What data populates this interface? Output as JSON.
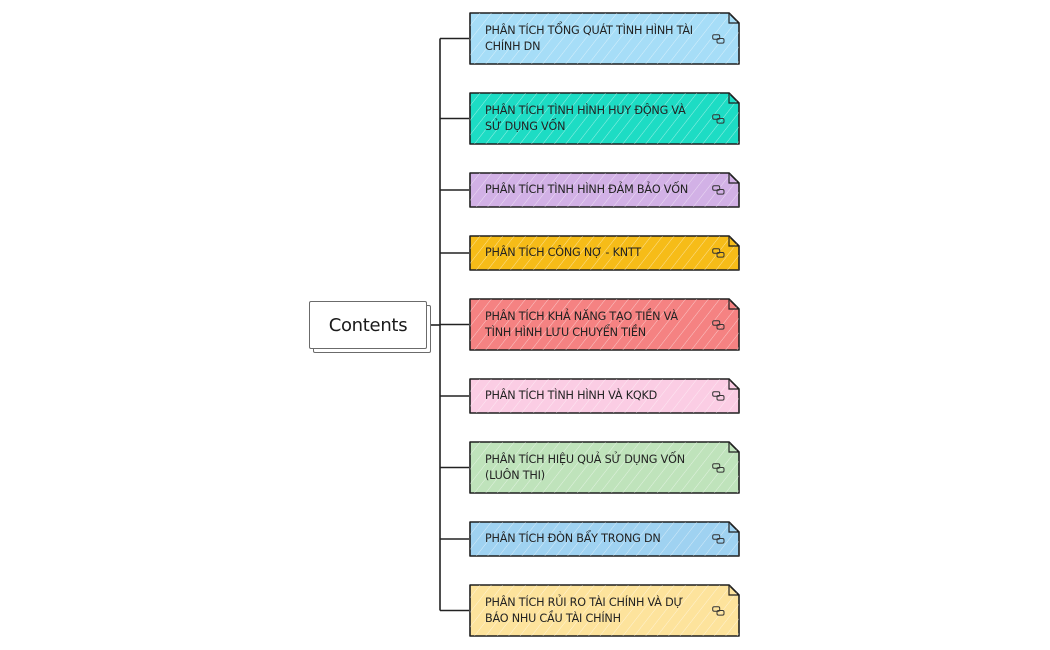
{
  "root": {
    "label": "Contents"
  },
  "topics": [
    {
      "label": "PHÂN TÍCH TỔNG QUÁT TÌNH HÌNH TÀI CHÍNH DN",
      "color": "#a6ddf7",
      "icon": "link-icon"
    },
    {
      "label": "PHÂN TÍCH TÌNH HÌNH HUY ĐỘNG VÀ SỬ DỤNG VỐN",
      "color": "#1ddcc4",
      "icon": "link-icon"
    },
    {
      "label": "PHÂN TÍCH TÌNH HÌNH ĐẢM BẢO VỐN",
      "color": "#d2b1e6",
      "icon": "link-icon"
    },
    {
      "label": "PHÂN TÍCH CÔNG NỢ - KNTT",
      "color": "#f6bc18",
      "icon": "link-icon"
    },
    {
      "label": "PHÂN TÍCH KHẢ NĂNG TẠO TIỀN VÀ TÌNH HÌNH LƯU CHUYỂN TIỀN",
      "color": "#f58282",
      "icon": "link-icon"
    },
    {
      "label": "PHÂN TÍCH TÌNH HÌNH VÀ KQKD",
      "color": "#fbcde4",
      "icon": "link-icon"
    },
    {
      "label": "PHÂN TÍCH HIỆU QUẢ SỬ DỤNG VỐN (LUÔN THI)",
      "color": "#bfe3bb",
      "icon": "link-icon"
    },
    {
      "label": "PHÂN TÍCH ĐÒN BẨY TRONG DN",
      "color": "#9fd2f1",
      "icon": "link-icon"
    },
    {
      "label": "PHÂN TÍCH RỦI RO TÀI CHÍNH VÀ DỰ BÁO NHU CẦU TÀI CHÍNH",
      "color": "#fde39c",
      "icon": "link-icon"
    }
  ]
}
